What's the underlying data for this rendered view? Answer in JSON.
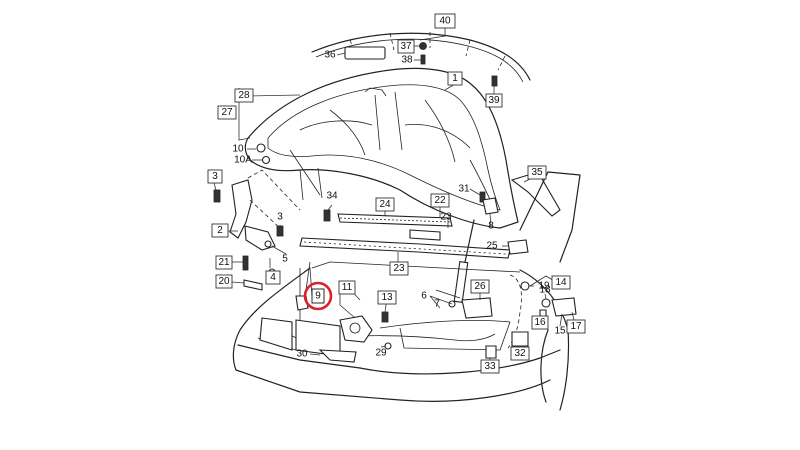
{
  "diagram": {
    "highlight": {
      "label": "9",
      "ring_color": "#d9232a"
    },
    "callouts": [
      {
        "id": "c40",
        "label": "40"
      },
      {
        "id": "c37",
        "label": "37"
      },
      {
        "id": "c36",
        "label": "36"
      },
      {
        "id": "c38",
        "label": "38"
      },
      {
        "id": "c1",
        "label": "1"
      },
      {
        "id": "c39",
        "label": "39"
      },
      {
        "id": "c28",
        "label": "28"
      },
      {
        "id": "c27",
        "label": "27"
      },
      {
        "id": "c10",
        "label": "10"
      },
      {
        "id": "c10a",
        "label": "10A"
      },
      {
        "id": "c3a",
        "label": "3"
      },
      {
        "id": "c35",
        "label": "35"
      },
      {
        "id": "c31",
        "label": "31"
      },
      {
        "id": "c34",
        "label": "34"
      },
      {
        "id": "c24",
        "label": "24"
      },
      {
        "id": "c22",
        "label": "22"
      },
      {
        "id": "c23a",
        "label": "23"
      },
      {
        "id": "c8",
        "label": "8"
      },
      {
        "id": "c3b",
        "label": "3"
      },
      {
        "id": "c2",
        "label": "2"
      },
      {
        "id": "c25",
        "label": "25"
      },
      {
        "id": "c5",
        "label": "5"
      },
      {
        "id": "c23b",
        "label": "23"
      },
      {
        "id": "c21",
        "label": "21"
      },
      {
        "id": "c4",
        "label": "4"
      },
      {
        "id": "c14",
        "label": "14"
      },
      {
        "id": "c20",
        "label": "20"
      },
      {
        "id": "c11",
        "label": "11"
      },
      {
        "id": "c26",
        "label": "26"
      },
      {
        "id": "c19",
        "label": "19"
      },
      {
        "id": "c13",
        "label": "13"
      },
      {
        "id": "c6",
        "label": "6"
      },
      {
        "id": "c7",
        "label": "7"
      },
      {
        "id": "c18",
        "label": "18"
      },
      {
        "id": "c16",
        "label": "16"
      },
      {
        "id": "c15",
        "label": "15"
      },
      {
        "id": "c17",
        "label": "17"
      },
      {
        "id": "c29",
        "label": "29"
      },
      {
        "id": "c32",
        "label": "32"
      },
      {
        "id": "c30",
        "label": "30"
      },
      {
        "id": "c33",
        "label": "33"
      }
    ]
  }
}
